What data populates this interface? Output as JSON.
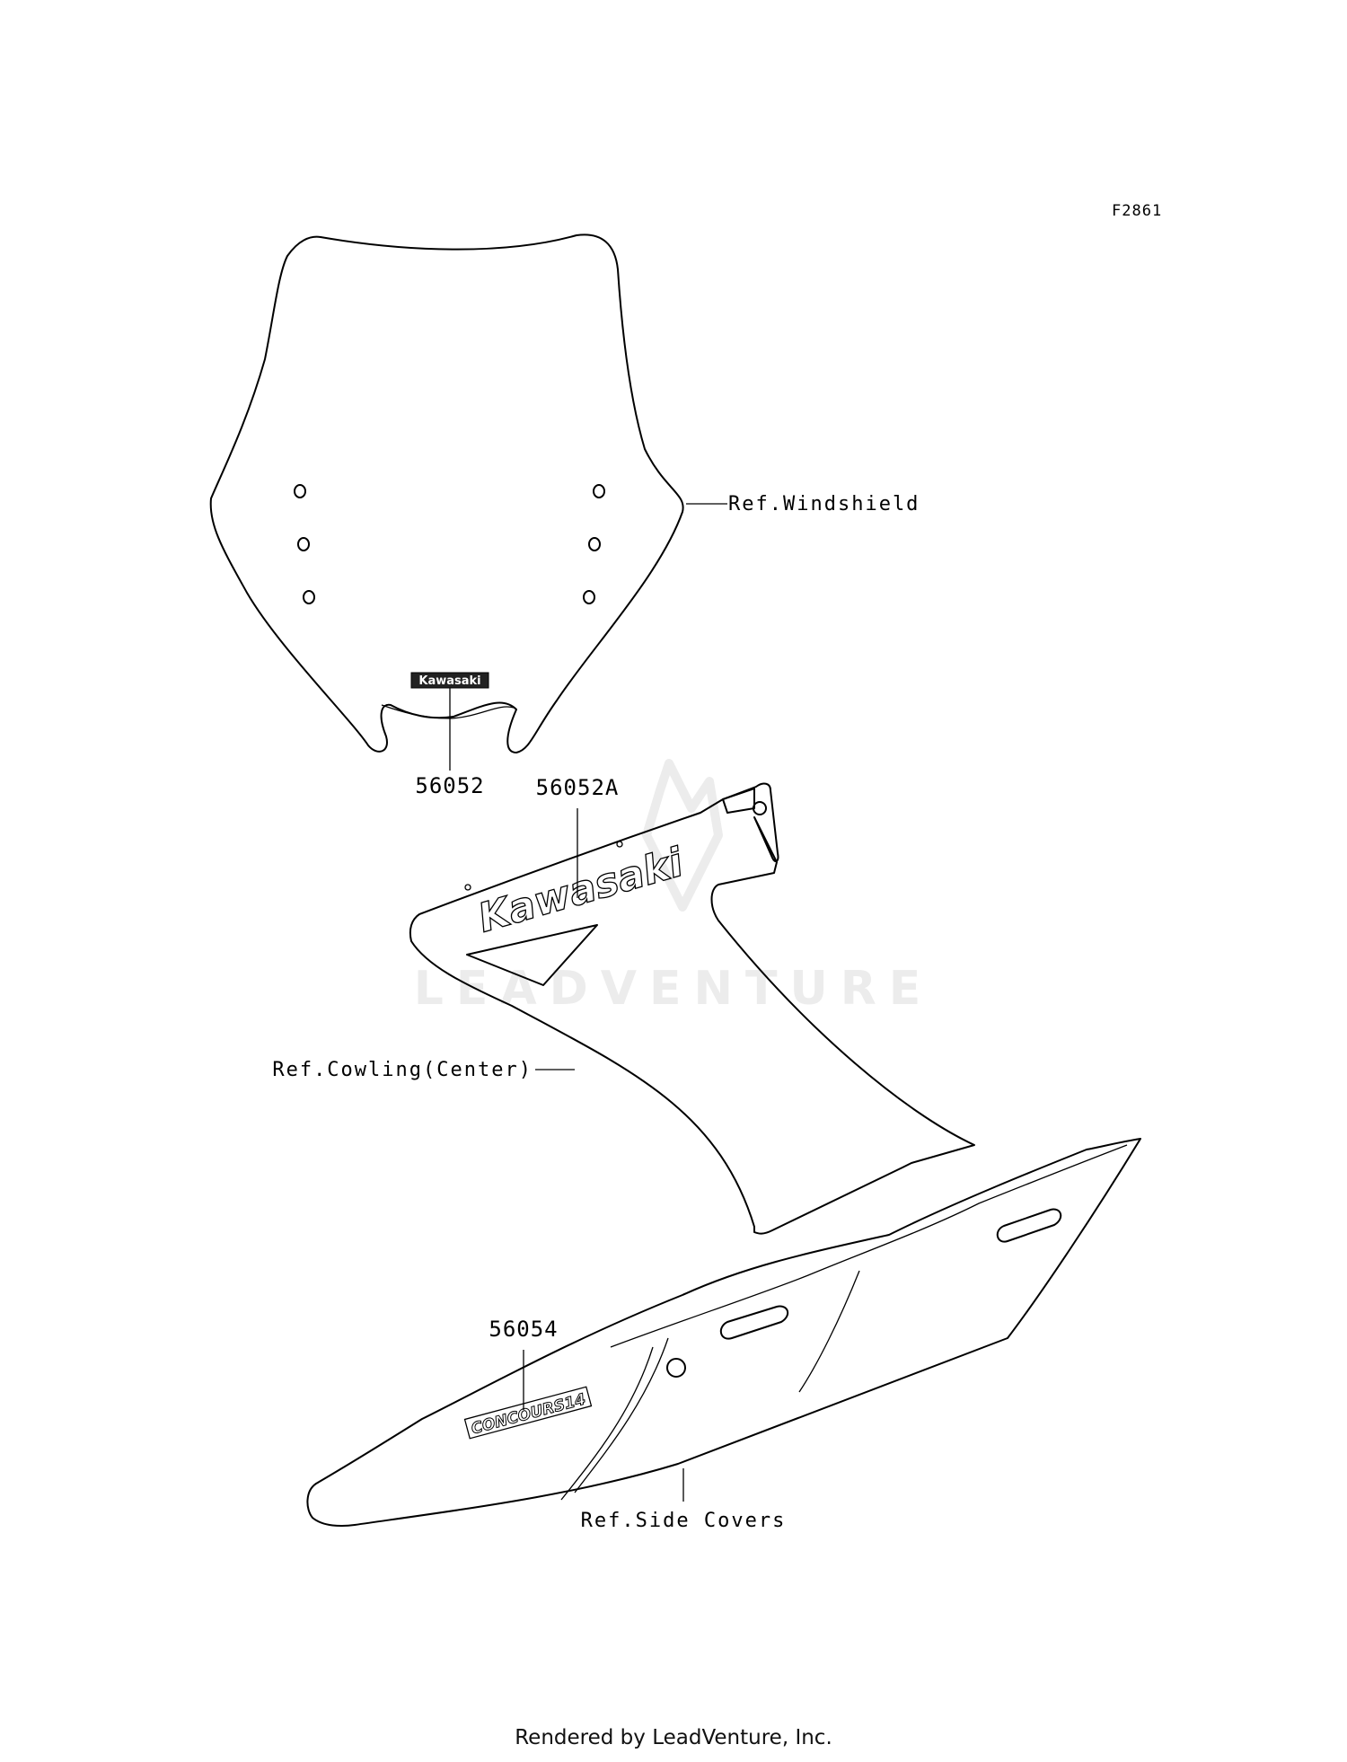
{
  "figure_id": "F2861",
  "labels": {
    "windshield_ref": "Ref.Windshield",
    "cowling_ref": "Ref.Cowling(Center)",
    "side_covers_ref": "Ref.Side Covers"
  },
  "part_numbers": {
    "windshield_decal": "56052",
    "cowling_decal": "56052A",
    "side_cover_decal": "56054"
  },
  "decal_texts": {
    "windshield_logo": "Kawasaki",
    "cowling_logo": "Kawasaki",
    "side_cover_logo": "CONCOURS14"
  },
  "watermark": {
    "text": "LEADVENTURE",
    "color": "#ececec"
  },
  "footer": {
    "text": "Rendered by LeadVenture, Inc."
  }
}
